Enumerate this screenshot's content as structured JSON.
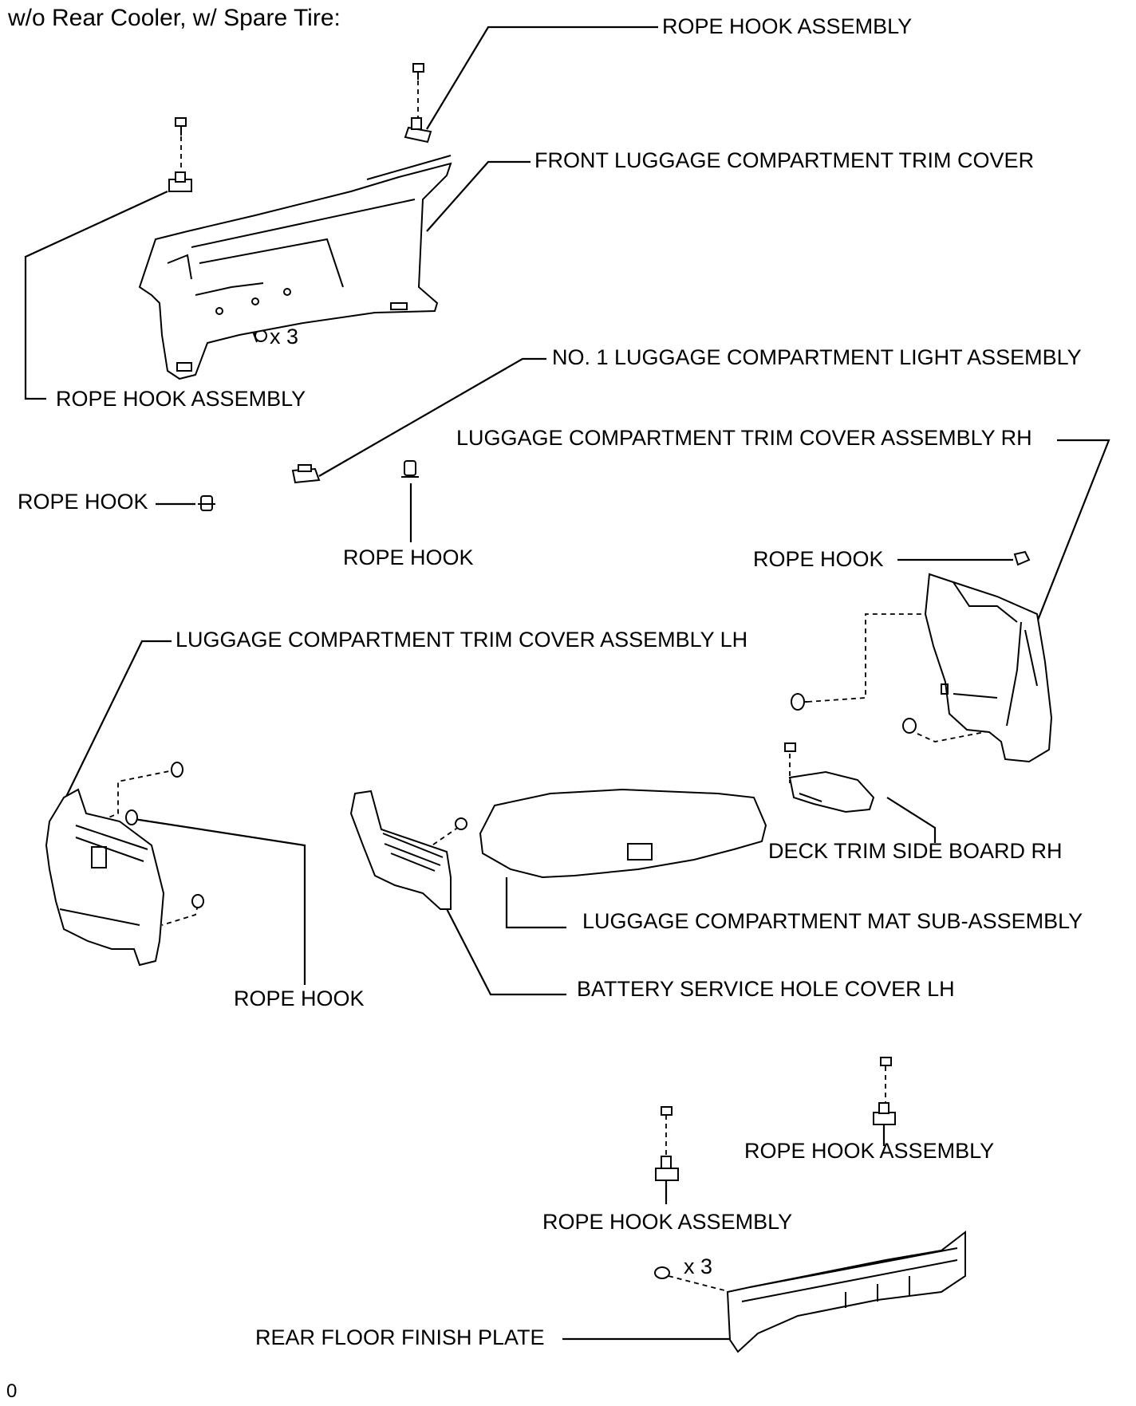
{
  "title": "w/o Rear Cooler, w/ Spare Tire:",
  "corner_mark": "0",
  "multiplier_note": "x 3",
  "labels": {
    "rope_hook_assembly_top": "ROPE HOOK ASSEMBLY",
    "front_luggage_trim_cover": "FRONT LUGGAGE COMPARTMENT TRIM COVER",
    "rope_hook_assembly_left": "ROPE HOOK ASSEMBLY",
    "light_assembly": "NO. 1 LUGGAGE COMPARTMENT LIGHT ASSEMBLY",
    "trim_cover_rh": "LUGGAGE COMPARTMENT TRIM COVER ASSEMBLY RH",
    "rope_hook_left": "ROPE HOOK",
    "rope_hook_center": "ROPE HOOK",
    "rope_hook_right": "ROPE HOOK",
    "trim_cover_lh": "LUGGAGE COMPARTMENT TRIM COVER ASSEMBLY LH",
    "deck_trim_side_board": "DECK TRIM SIDE BOARD RH",
    "luggage_mat": "LUGGAGE COMPARTMENT MAT SUB-ASSEMBLY",
    "rope_hook_lower_left": "ROPE HOOK",
    "battery_cover": "BATTERY SERVICE HOLE COVER LH",
    "rope_hook_assembly_lower_right": "ROPE HOOK ASSEMBLY",
    "rope_hook_assembly_lower_center": "ROPE HOOK ASSEMBLY",
    "rear_floor_finish_plate": "REAR FLOOR FINISH PLATE"
  }
}
